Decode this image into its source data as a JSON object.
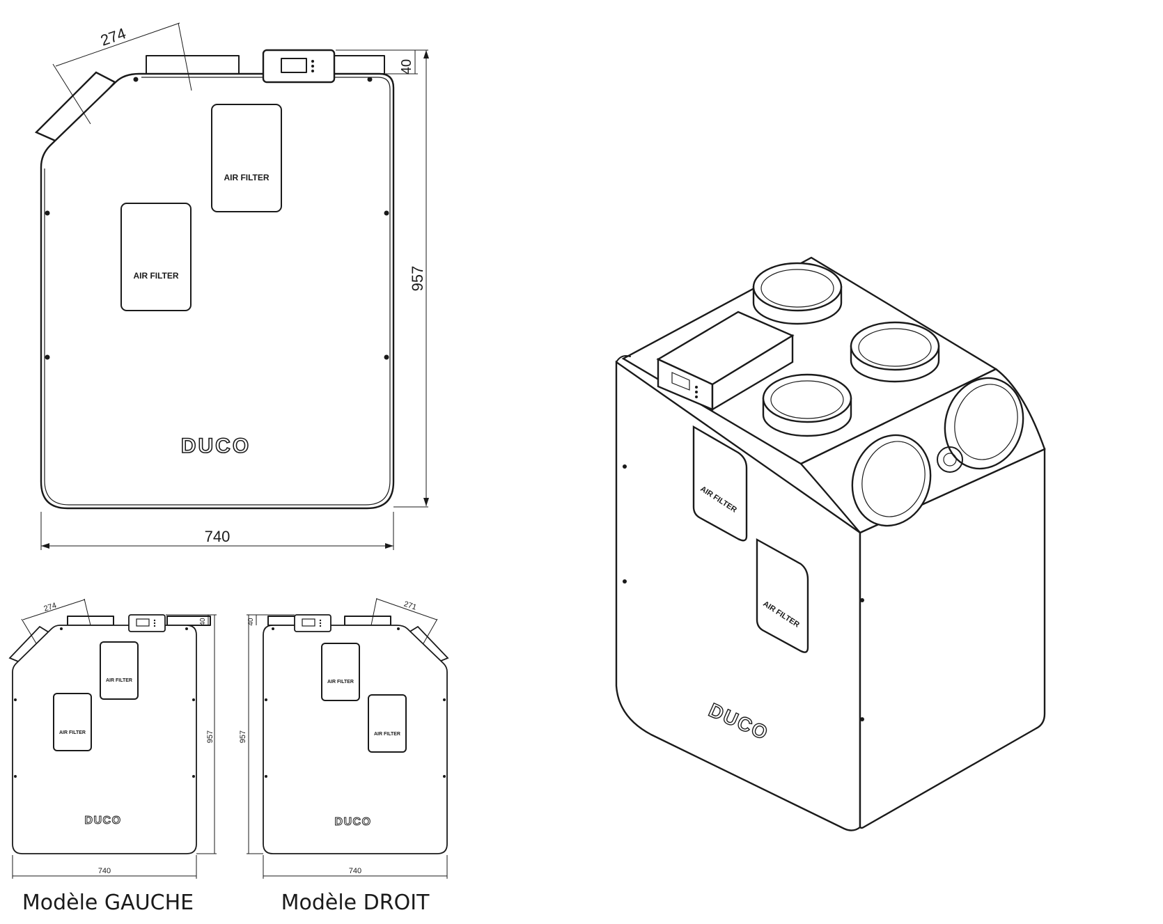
{
  "main_view": {
    "dim_diagonal": "274",
    "dim_height": "957",
    "dim_width": "740",
    "dim_top": "40",
    "filter_label_1": "AIR FILTER",
    "filter_label_2": "AIR FILTER",
    "logo": "DUCO"
  },
  "left_model": {
    "caption": "Modèle GAUCHE",
    "dim_diagonal": "274",
    "dim_height": "957",
    "dim_width": "740",
    "dim_top": "40",
    "filter_label_1": "AIR FILTER",
    "filter_label_2": "AIR FILTER",
    "logo": "DUCO"
  },
  "right_model": {
    "caption": "Modèle DROIT",
    "dim_diagonal": "271",
    "dim_height": "957",
    "dim_width": "740",
    "dim_top": "40",
    "filter_label_1": "AIR FILTER",
    "filter_label_2": "AIR FILTER",
    "logo": "DUCO"
  },
  "iso_view": {
    "filter_label_1": "AIR FILTER",
    "filter_label_2": "AIR FILTER",
    "logo": "DUCO"
  }
}
